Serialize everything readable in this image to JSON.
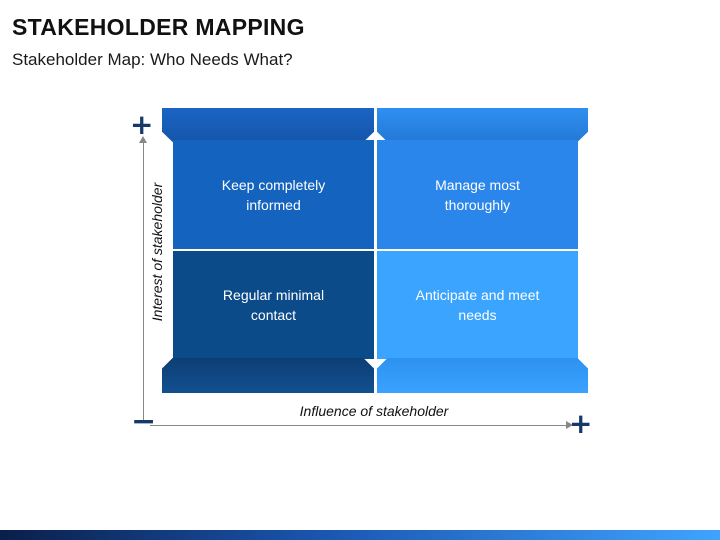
{
  "header": {
    "title": "STAKEHOLDER MAPPING",
    "subtitle": "Stakeholder Map: Who Needs What?"
  },
  "axes": {
    "y_label": "Interest of stakeholder",
    "x_label": "Influence of stakeholder",
    "plus_y": "+",
    "minus": "−",
    "plus_x": "+"
  },
  "quadrants": {
    "top_left": "Keep completely informed",
    "top_right": "Manage most thoroughly",
    "bottom_left": "Regular minimal contact",
    "bottom_right": "Anticipate and meet needs"
  },
  "colors": {
    "top_left": "#1464bf",
    "top_right": "#2a86ea",
    "bottom_left": "#0c4b8a",
    "bottom_right": "#3aa4ff",
    "sign": "#17396a"
  }
}
